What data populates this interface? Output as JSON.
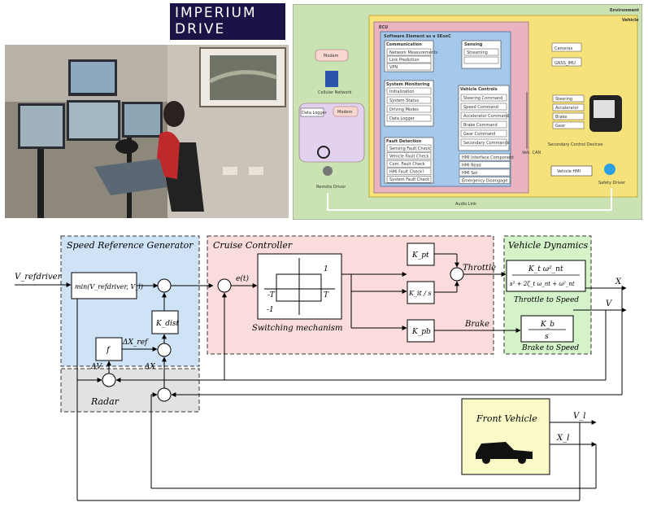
{
  "logo": {
    "line1": "IMPERIUM",
    "line2": "DRIVE"
  },
  "environment": {
    "title": "Environment",
    "vehicle": "Vehicle",
    "ecu": "ECU",
    "software_element": "Software Element as a SEooC",
    "communication": {
      "title": "Communication",
      "items": [
        "Network Measurements",
        "Link Prediction",
        "VPN"
      ]
    },
    "sensing": {
      "title": "Sensing",
      "items": [
        "Streaming",
        ""
      ]
    },
    "sensors": [
      "Cameras",
      "GNSS_IMU"
    ],
    "modem": "Modem",
    "cellular": "Cellular Network",
    "system_monitoring": {
      "title": "System Monitoring",
      "items": [
        "Initialization",
        "System Status",
        "Driving Modes",
        "Data Logger"
      ]
    },
    "vehicle_controls": {
      "title": "Vehicle Controls",
      "items": [
        "Steering Command",
        "Speed Command",
        "Accelerator Command",
        "Brake Command",
        "Gear Command",
        "Secondary Commands"
      ]
    },
    "actuators": [
      "Steering",
      "Accelerator",
      "Brake",
      "Gear",
      "Secondary Control Devices"
    ],
    "veh_can": "Veh. CAN",
    "fault_detection": {
      "title": "Fault Detection",
      "items": [
        "Sensing Fault Check",
        "Vehicle Fault Check",
        "Com. Fault Check",
        "HMI Fault Check?",
        "System Fault Check"
      ]
    },
    "hmi": {
      "items": [
        "HMI Interface Component",
        "HMI Read",
        "HMI Set",
        "Emergency Disengage"
      ]
    },
    "vehicle_hmi": "Vehicle HMI",
    "remote": {
      "data_logger": "Data Logger",
      "modem": "Modem",
      "driver": "Remote Driver"
    },
    "safety_driver": "Safety Driver",
    "audio_link": "Audio Link"
  },
  "cruise": {
    "speed_ref_title": "Speed Reference Generator",
    "cruise_title": "Cruise Controller",
    "vehicle_dyn_title": "Vehicle Dynamics",
    "radar_title": "Radar",
    "v_ref_driver": "V_refdriver",
    "min_block": "min(V_refdriver, V_l)",
    "k_dist": "K_dist",
    "f_block": "f",
    "delta_x_ref": "ΔX_ref",
    "delta_v": "ΔV",
    "delta_x": "ΔX",
    "error": "e(t)",
    "switch_caption": "Switching mechanism",
    "switch_labels": [
      "1",
      "-1",
      "-T",
      "T"
    ],
    "k_pt": "K_pt",
    "k_it": "K_it / s",
    "k_pb": "K_pb",
    "throttle": "Throttle",
    "brake": "Brake",
    "tf_throttle_num": "K_t ω²_nt",
    "tf_throttle_den": "s² + 2ζ_t ω_nt + ω²_nt",
    "tf_throttle_caption": "Throttle to Speed",
    "tf_brake_num": "K_b",
    "tf_brake_den": "s",
    "tf_brake_caption": "Brake to Speed",
    "out_x": "X",
    "out_v": "V",
    "front_vehicle": "Front Vehicle",
    "v_l": "V_l",
    "x_l": "X_l"
  }
}
